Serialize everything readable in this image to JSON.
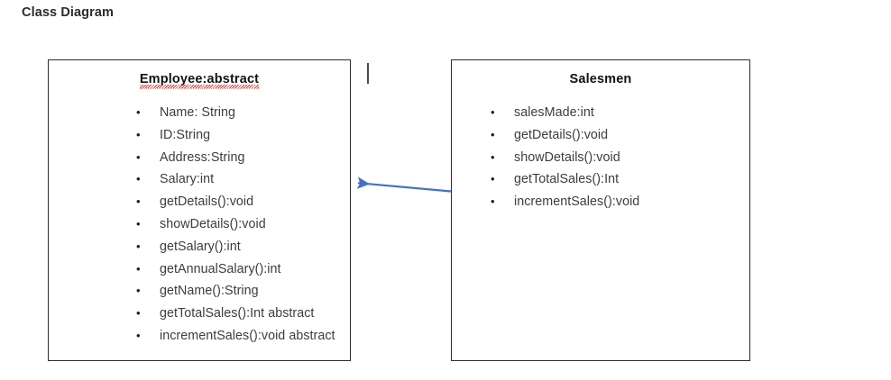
{
  "page": {
    "title": "Class Diagram",
    "background_color": "#ffffff",
    "text_color": "#3a3a3a"
  },
  "diagram": {
    "type": "uml-class-diagram",
    "classes": [
      {
        "id": "employee",
        "name": "Employee:abstract",
        "misspelled": true,
        "members": [
          "Name: String",
          "ID:String",
          "Address:String",
          "Salary:int",
          "getDetails():void",
          "showDetails():void",
          "getSalary():int",
          "getAnnualSalary():int",
          "getName():String",
          "getTotalSales():Int abstract",
          "incrementSales():void abstract"
        ]
      },
      {
        "id": "salesmen",
        "name": "Salesmen",
        "misspelled": false,
        "members": [
          "salesMade:int",
          "getDetails():void",
          "showDetails():void",
          "getTotalSales():Int",
          "incrementSales():void"
        ]
      }
    ],
    "connector": {
      "name": "inheritance-arrow",
      "from": "salesmen",
      "to": "employee",
      "color": "#4472C4",
      "direction": "left"
    },
    "caret": {
      "name": "text-caret",
      "color": "#4a4a4a"
    },
    "bullet_glyph": "•",
    "box_border_color": "#2d2d2d"
  }
}
